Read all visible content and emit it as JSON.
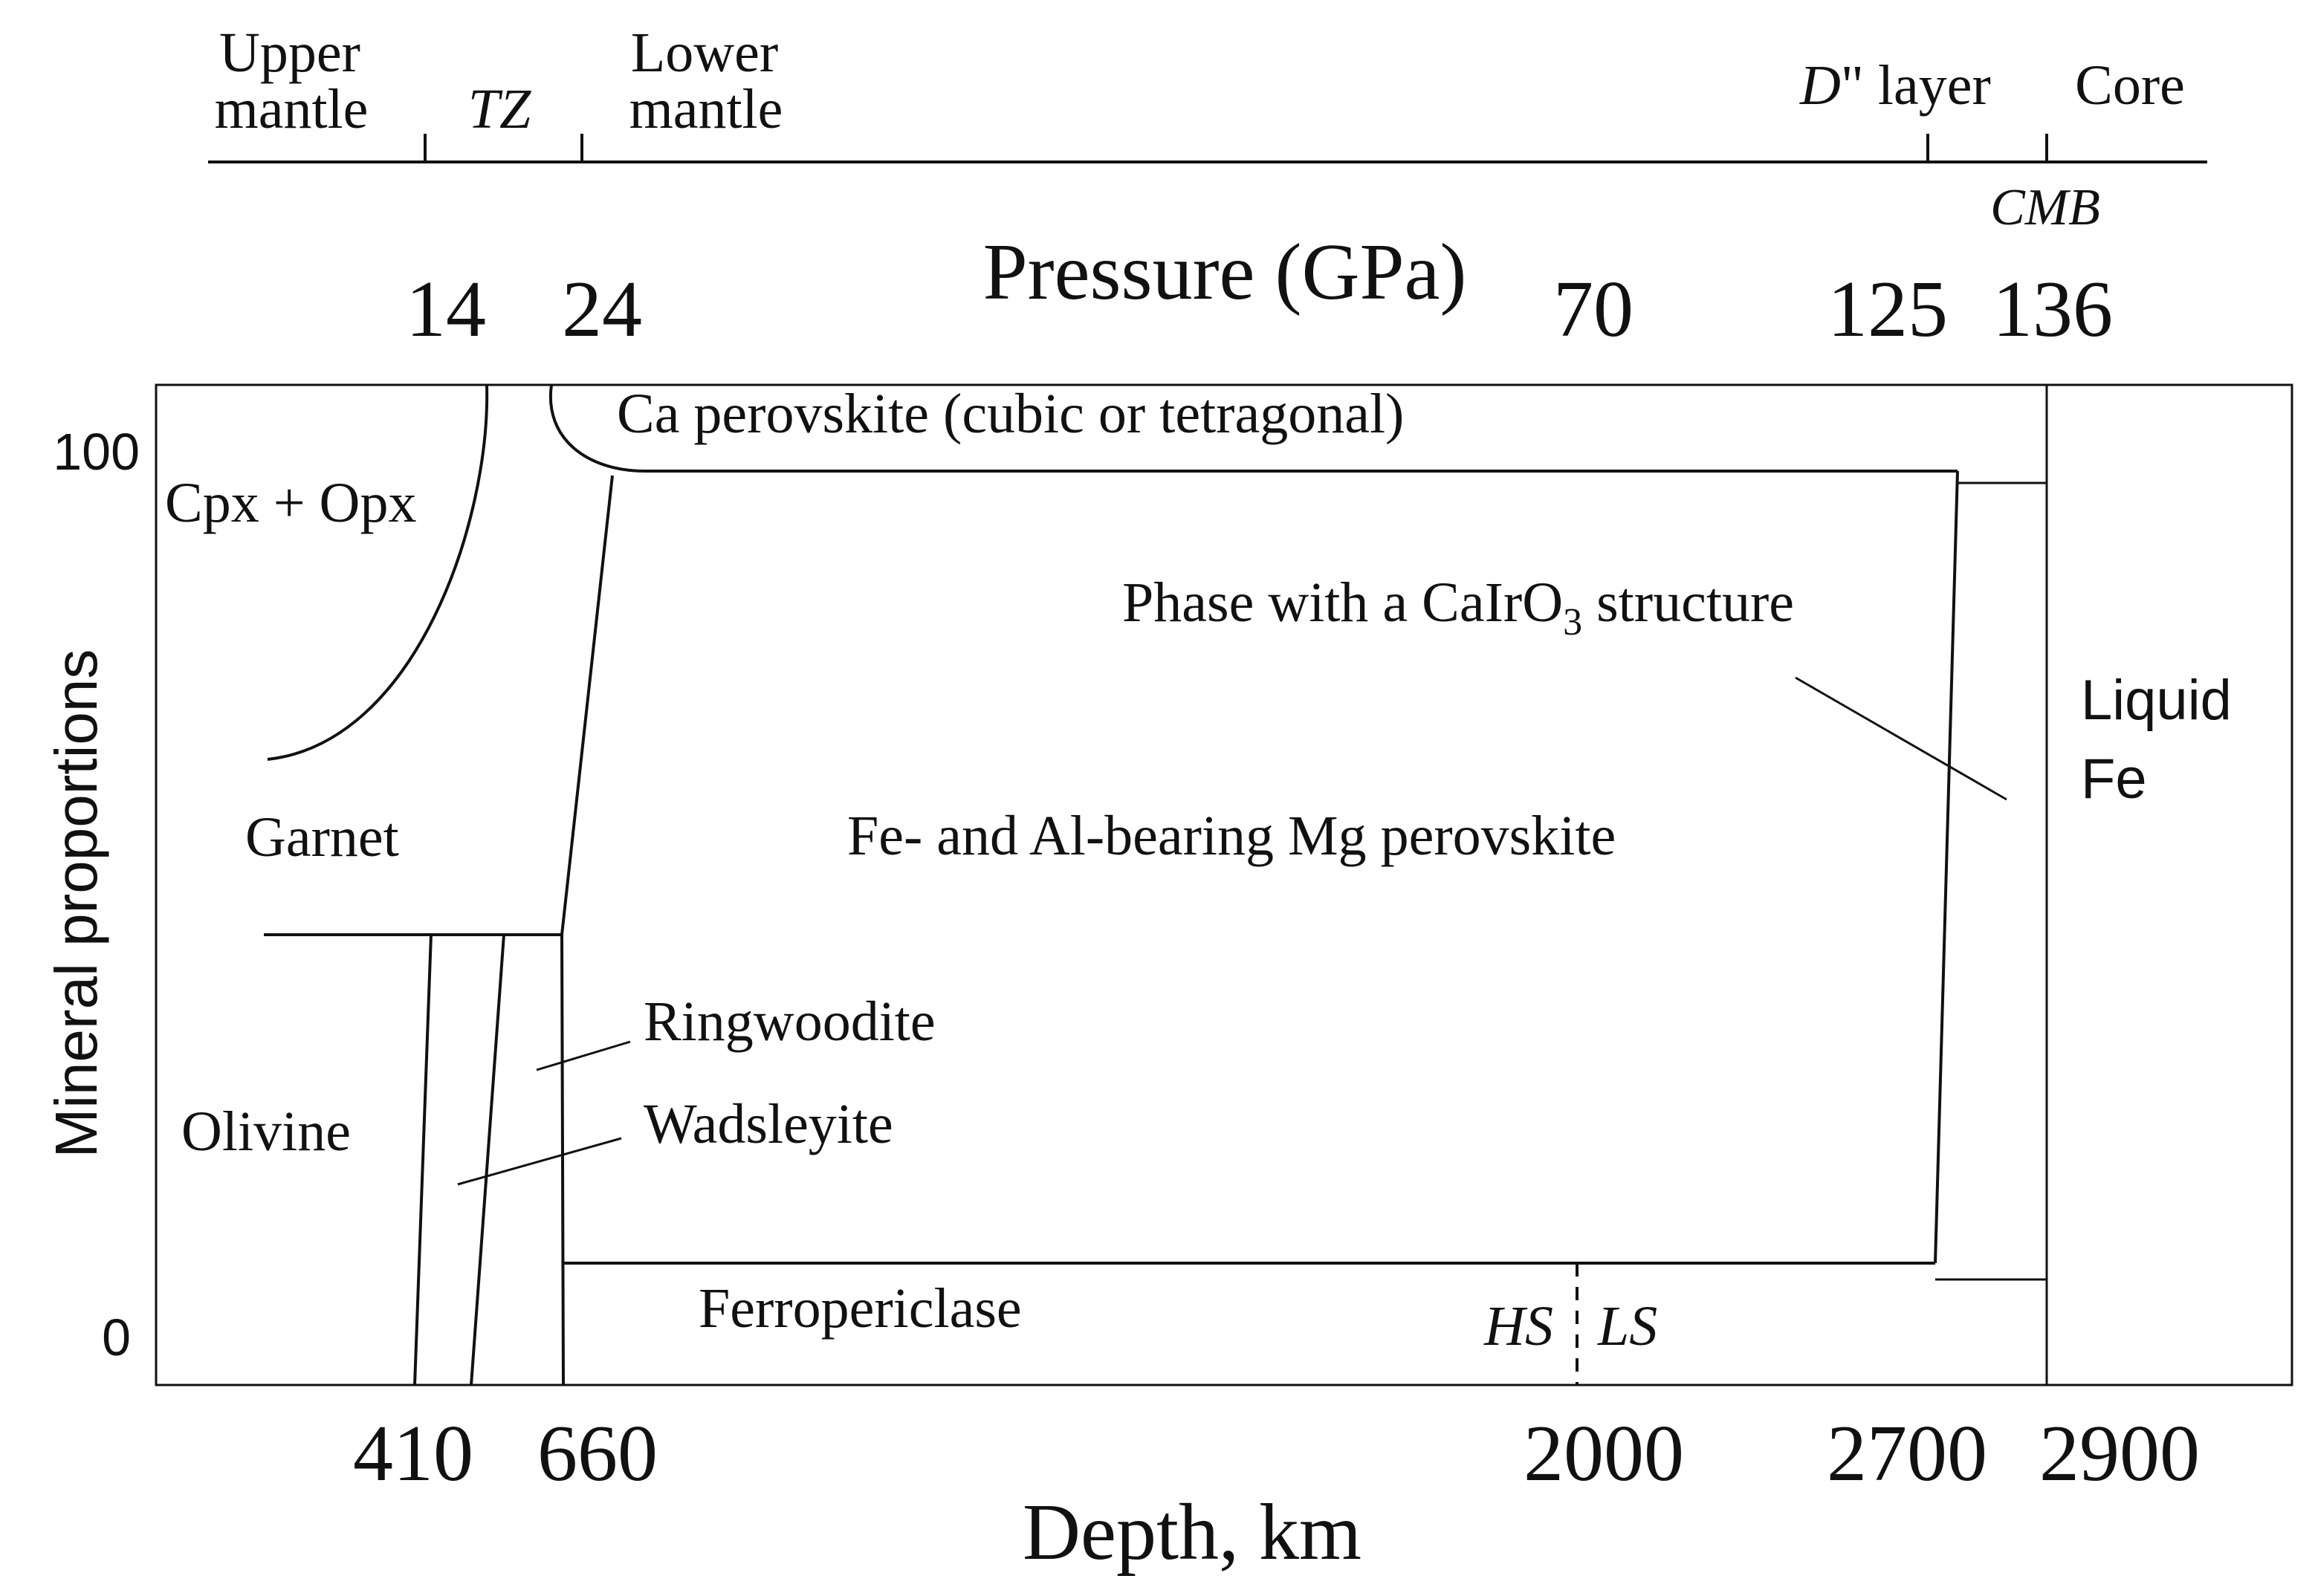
{
  "zones": {
    "upper_mantle": [
      "Upper",
      "mantle"
    ],
    "tz": "TZ",
    "lower_mantle": [
      "Lower",
      "mantle"
    ],
    "d_layer_prefix": "D",
    "d_layer_suffix": "\" layer",
    "core": "Core",
    "cmb": "CMB"
  },
  "pressure": {
    "label": "Pressure (GPa)",
    "ticks": [
      "14",
      "24",
      "70",
      "125",
      "136"
    ]
  },
  "depth": {
    "label": "Depth, km",
    "ticks": [
      "410",
      "660",
      "2000",
      "2700",
      "2900"
    ]
  },
  "y_axis": {
    "label": "Mineral proportions",
    "ticks": [
      "100",
      "0"
    ]
  },
  "phases": {
    "cpx_opx": "Cpx + Opx",
    "garnet": "Garnet",
    "olivine": "Olivine",
    "ringwoodite": "Ringwoodite",
    "wadsleyite": "Wadsleyite",
    "ca_perovskite": "Ca perovskite (cubic or tetragonal)",
    "cairo3_prefix": "Phase with a CaIrO",
    "cairo3_sub": "3",
    "cairo3_suffix": " structure",
    "mg_perovskite": "Fe- and Al-bearing Mg perovskite",
    "ferropericlase": "Ferropericlase",
    "liquid": "Liquid",
    "fe": "Fe",
    "hs": "HS",
    "ls": "LS"
  }
}
